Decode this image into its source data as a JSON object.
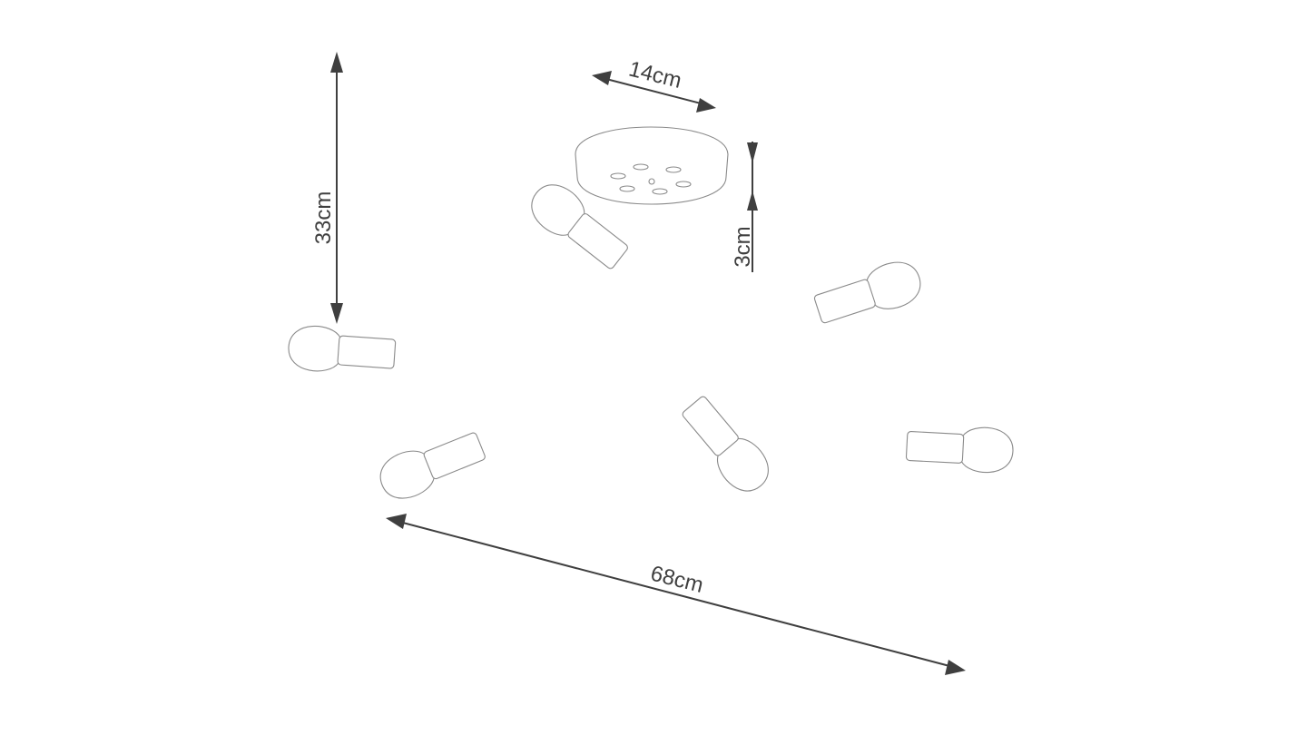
{
  "diagram": {
    "subject": "six-arm ceiling lamp technical drawing",
    "colors": {
      "line": "#8a8a8a",
      "dimension": "#3f3f3f",
      "background": "#ffffff"
    },
    "dimensions": {
      "height": {
        "label": "33cm"
      },
      "canopy_diameter": {
        "label": "14cm"
      },
      "canopy_height": {
        "label": "3cm"
      },
      "width": {
        "label": "68cm"
      }
    },
    "parts": {
      "canopy_count": 1,
      "arm_count": 6,
      "bulb_count": 6
    }
  }
}
